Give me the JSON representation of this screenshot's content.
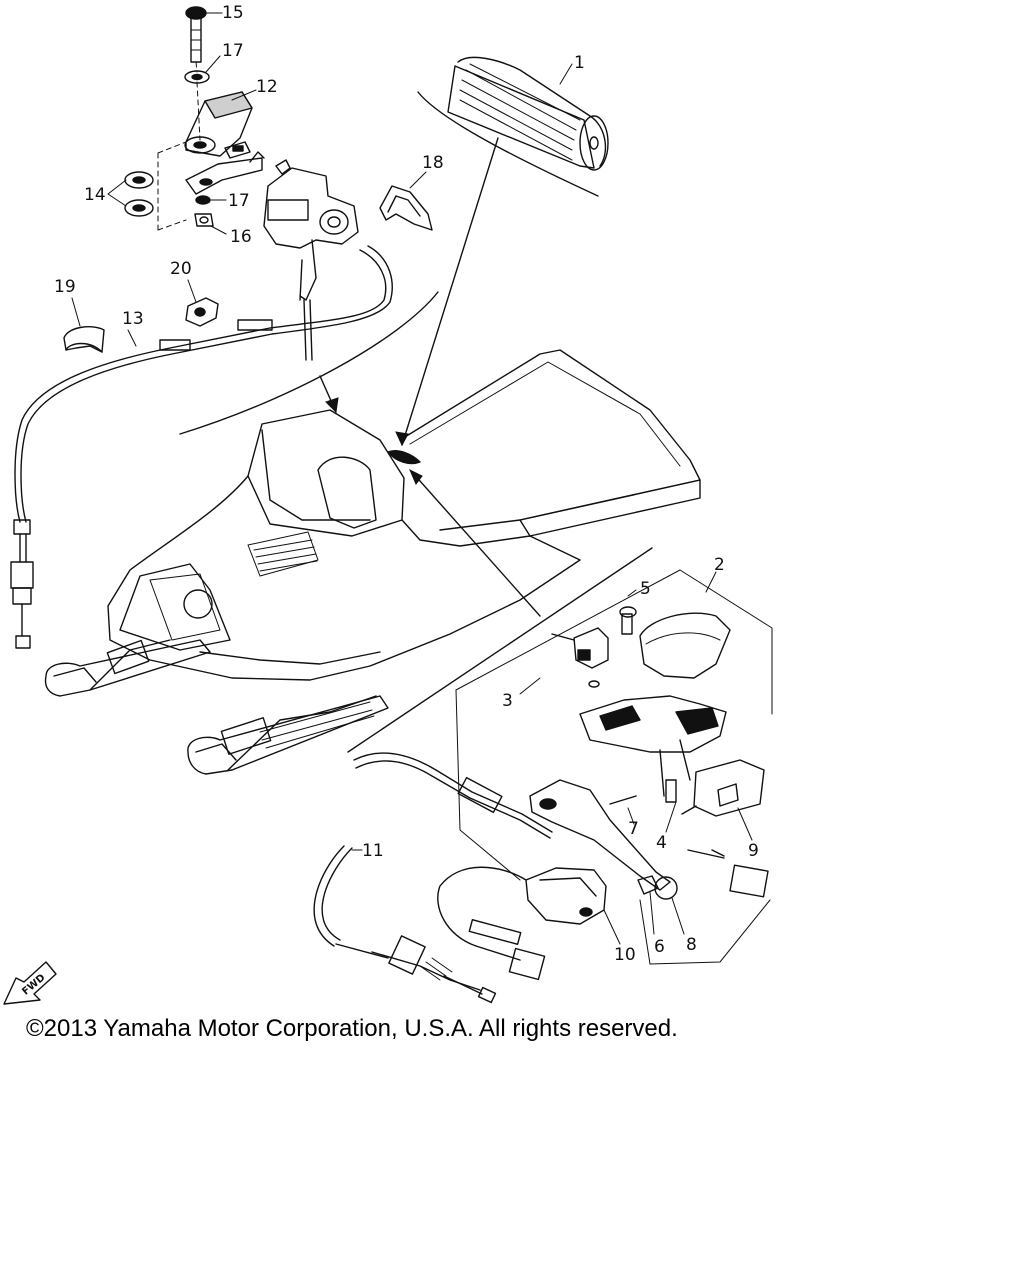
{
  "diagram": {
    "callouts": {
      "c1": "1",
      "c2": "2",
      "c3": "3",
      "c4": "4",
      "c5": "5",
      "c6": "6",
      "c7": "7",
      "c8": "8",
      "c9": "9",
      "c10": "10",
      "c11": "11",
      "c12": "12",
      "c13": "13",
      "c14": "14",
      "c15": "15",
      "c16": "16",
      "c17a": "17",
      "c17b": "17",
      "c18": "18",
      "c19": "19",
      "c20": "20"
    },
    "fwd_label": "FWD"
  },
  "footer": {
    "copyright": "©2013 Yamaha Motor Corporation, U.S.A. All rights reserved."
  }
}
